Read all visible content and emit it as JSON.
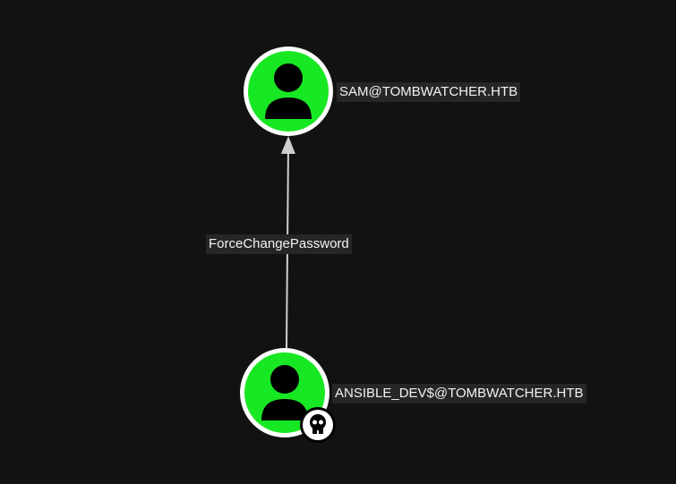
{
  "nodes": [
    {
      "id": "sam",
      "label": "SAM@TOMBWATCHER.HTB",
      "type": "user",
      "icon": "user-icon",
      "color": "#18e823"
    },
    {
      "id": "ansible",
      "label": "ANSIBLE_DEV$@TOMBWATCHER.HTB",
      "type": "user",
      "icon": "user-icon",
      "color": "#18e823",
      "badge": "skull-icon"
    }
  ],
  "edges": [
    {
      "from": "ansible",
      "to": "sam",
      "label": "ForceChangePassword"
    }
  ]
}
